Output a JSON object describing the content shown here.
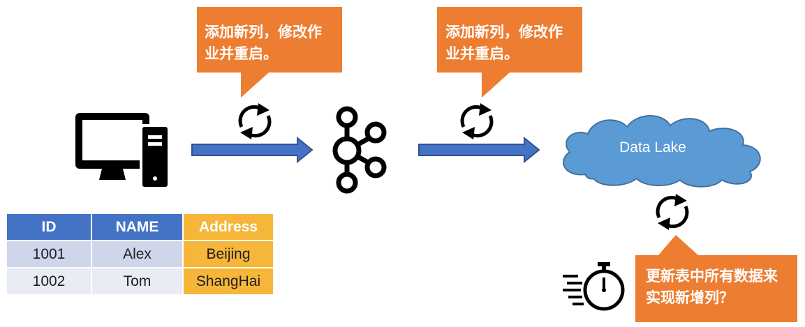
{
  "callouts": {
    "kafka_change": "添加新列，修改作\n业并重启。",
    "lake_change": "添加新列，修改作\n业并重启。",
    "backfill_question": "更新表中所有数据来\n实现新增列？"
  },
  "data_lake": {
    "label": "Data Lake"
  },
  "table": {
    "headers": [
      "ID",
      "NAME",
      "Address"
    ],
    "rows": [
      [
        "1001",
        "Alex",
        "Beijing"
      ],
      [
        "1002",
        "Tom",
        "ShangHai"
      ]
    ]
  },
  "colors": {
    "callout_orange": "#ed7d31",
    "arrow_blue": "#4472c4",
    "cloud_blue": "#5b9bd5",
    "header_blue": "#4472c4",
    "address_yellow": "#f5b63a"
  },
  "icons": [
    "computer-icon",
    "refresh-icon",
    "kafka-logo-icon",
    "cloud-icon",
    "stopwatch-icon"
  ]
}
